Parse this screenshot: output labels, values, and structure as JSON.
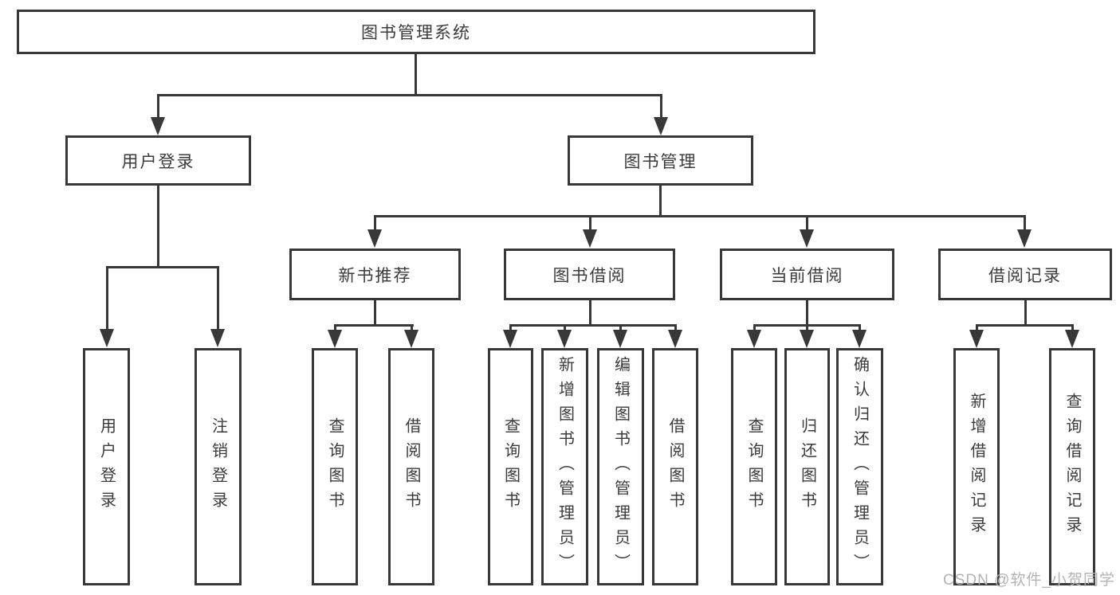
{
  "watermark": "CSDN @软件_小贺同学",
  "colors": {
    "line": "#383838",
    "text": "#3b3b3b",
    "background": "#ffffff",
    "watermark": "#b3b3b3"
  },
  "tree": {
    "root": "图书管理系统",
    "user_branch": {
      "label": "用户登录",
      "children": [
        "用户登录",
        "注销登录"
      ]
    },
    "book_branch": {
      "label": "图书管理",
      "groups": [
        {
          "label": "新书推荐",
          "children": [
            "查询图书",
            "借阅图书"
          ]
        },
        {
          "label": "图书借阅",
          "children": [
            "查询图书",
            "新增图书（管理员）",
            "编辑图书（管理员）",
            "借阅图书"
          ]
        },
        {
          "label": "当前借阅",
          "children": [
            "查询图书",
            "归还图书",
            "确认归还（管理员）"
          ]
        },
        {
          "label": "借阅记录",
          "children": [
            "新增借阅记录",
            "查询借阅记录"
          ]
        }
      ]
    }
  }
}
